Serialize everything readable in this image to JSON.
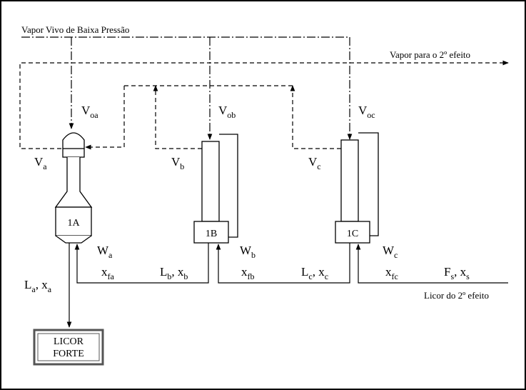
{
  "steam": {
    "live_low_pressure": "Vapor Vivo de Baixa Pressão",
    "to_second_effect": "Vapor para o 2º efeito"
  },
  "liquor": {
    "from_second_effect": "Licor do 2º efeito",
    "product_line1": "LICOR",
    "product_line2": "FORTE"
  },
  "units": {
    "a": {
      "name": "1A"
    },
    "b": {
      "name": "1B"
    },
    "c": {
      "name": "1C"
    }
  },
  "symbols": {
    "V": "V",
    "W": "W",
    "L": "L",
    "F": "F",
    "x": "x",
    "oa": "oa",
    "ob": "ob",
    "oc": "oc",
    "a": "a",
    "b": "b",
    "c": "c",
    "s": "s",
    "fa": "fa",
    "fb": "fb",
    "fc": "fc",
    "comma": ", "
  },
  "colors": {
    "line": "#000000",
    "frame": "#000000",
    "box_border": "#555555"
  }
}
